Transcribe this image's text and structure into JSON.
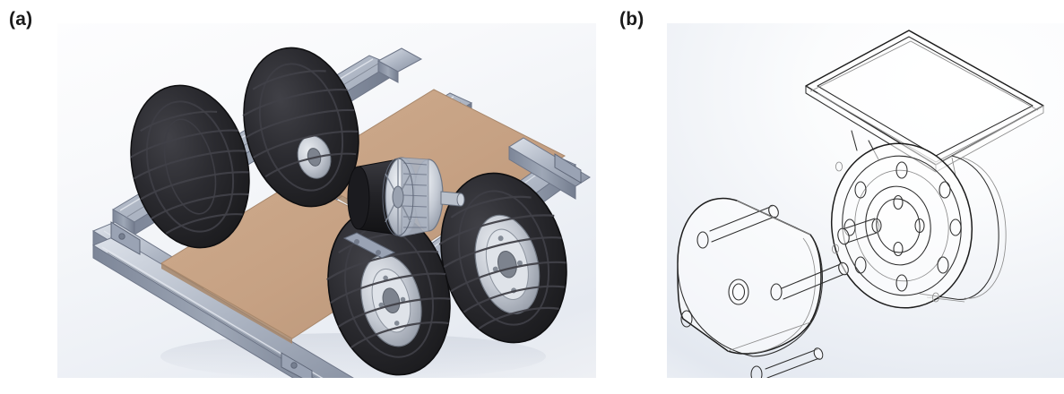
{
  "figure": {
    "type": "two-panel CAD figure",
    "background": "#ffffff",
    "panels": [
      {
        "id": "a",
        "label": "(a)",
        "caption_text": "(a)",
        "render_style": "shaded-solid",
        "subject": "four-wheeled rover chassis assembly",
        "background_gradient": [
          "#fdfdfe",
          "#e6eaf1"
        ],
        "components": [
          {
            "name": "aluminium-t-slot-extrusion-frame",
            "color": "#9aa3b4"
          },
          {
            "name": "deck-panel-front",
            "color": "#c6a183"
          },
          {
            "name": "deck-panel-rear",
            "color": "#c6a183"
          },
          {
            "name": "pneumatic-tire",
            "color": "#232326",
            "count": 4
          },
          {
            "name": "wheel-rim",
            "color": "#c9cdd4",
            "count": 4
          },
          {
            "name": "drive-motor",
            "color": "#b9bfc9"
          },
          {
            "name": "corner-bracket",
            "color": "#8d95a6"
          }
        ]
      },
      {
        "id": "b",
        "label": "(b)",
        "caption_text": "(b)",
        "render_style": "hidden-lines-visible wireframe",
        "subject": "exploded view of in-hub drive motor",
        "background_gradient": [
          "#ffffff",
          "#e3e8f0"
        ],
        "components": [
          {
            "name": "mounting-plate",
            "color": "#ffffff"
          },
          {
            "name": "motor-body",
            "color": "#ffffff"
          },
          {
            "name": "bolt-circle-flange",
            "color": "#ffffff"
          },
          {
            "name": "output-shaft",
            "color": "#ffffff"
          },
          {
            "name": "end-cap-plate",
            "color": "#ffffff"
          },
          {
            "name": "standoff-pin",
            "color": "#ffffff",
            "count": 3
          }
        ]
      }
    ],
    "colors": {
      "page_background": "#ffffff",
      "label_text": "#1a1a1a",
      "aluminium": "#9aa3b4",
      "aluminium_light": "#c4cad6",
      "aluminium_dark": "#6f788a",
      "deck_tan": "#c6a183",
      "deck_tan_dark": "#b08f73",
      "tire_black": "#232326",
      "tire_highlight": "#3a3a3f",
      "rim_silver": "#c9cdd4",
      "line_work": "#2b2b2b",
      "line_work_light": "#9b9b9b"
    }
  }
}
